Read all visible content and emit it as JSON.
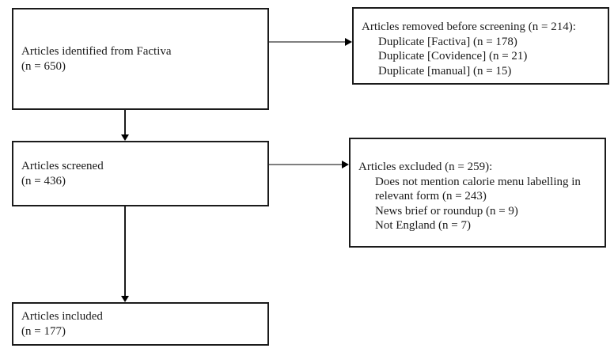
{
  "boxes": {
    "identified": {
      "line1": "Articles identified from Factiva",
      "line2": "(n = 650)"
    },
    "removed": {
      "title": "Articles removed before screening (n = 214):",
      "item1": "Duplicate [Factiva] (n = 178)",
      "item2": "Duplicate [Covidence] (n = 21)",
      "item3": "Duplicate [manual] (n = 15)"
    },
    "screened": {
      "line1": "Articles screened",
      "line2": "(n = 436)"
    },
    "excluded": {
      "title": "Articles excluded (n = 259):",
      "item1": "Does not mention calorie menu labelling in relevant form (n = 243)",
      "item2": "News brief or roundup (n = 9)",
      "item3": "Not England (n = 7)"
    },
    "included": {
      "line1": "Articles included",
      "line2": "(n = 177)"
    }
  },
  "colors": {
    "box_border": "#1b1b1b",
    "text": "#1b1b1b",
    "horizontal_connector": "#7f7f7f",
    "vertical_connector": "#1b1b1b",
    "arrowhead": "#000000",
    "background": "#ffffff"
  }
}
